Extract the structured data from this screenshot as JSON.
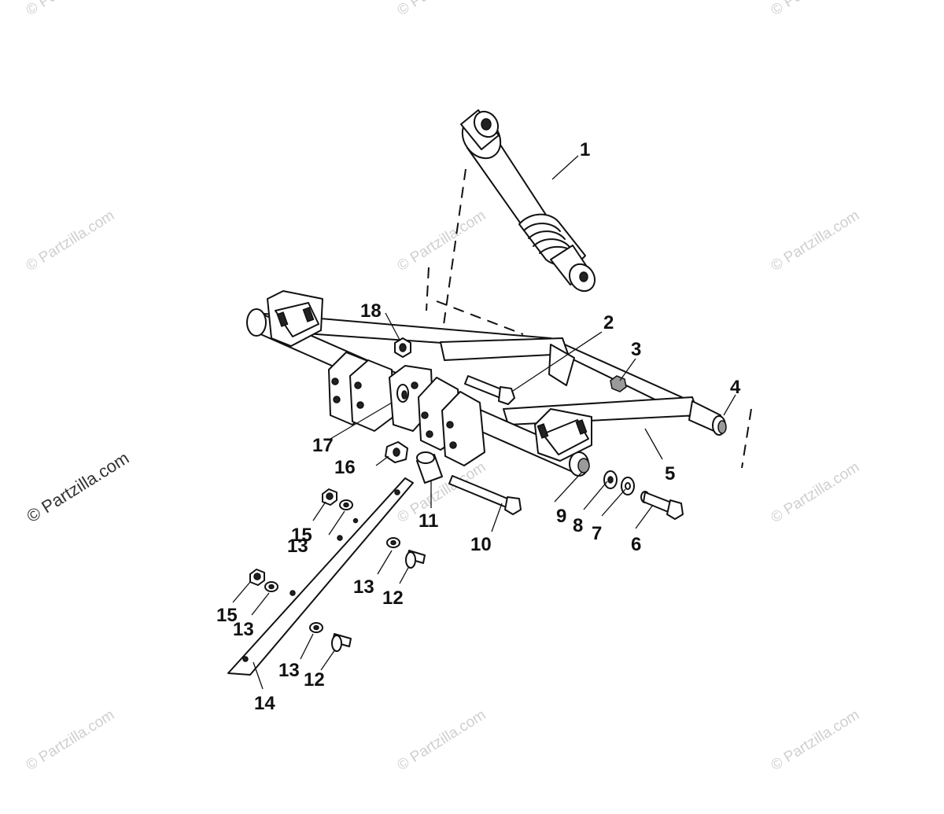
{
  "watermark": {
    "text": "© Partzilla.com",
    "color": "#cfcfcf"
  },
  "callouts": [
    "1",
    "2",
    "3",
    "4",
    "5",
    "6",
    "7",
    "8",
    "9",
    "10",
    "11",
    "12",
    "13",
    "14",
    "15",
    "16",
    "17",
    "18"
  ],
  "colors": {
    "line": "#111111",
    "background": "#ffffff"
  }
}
